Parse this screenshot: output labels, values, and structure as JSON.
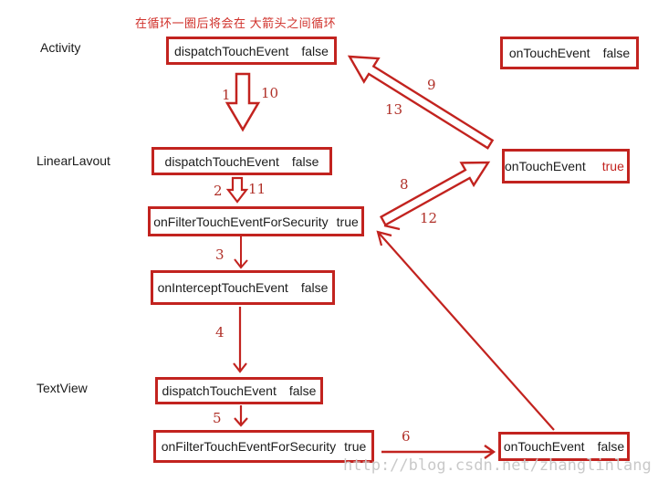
{
  "page": {
    "annotation": "在循环一圈后将会在 大箭头之间循环",
    "watermark": "http://blog.csdn.net/zhanglinlang"
  },
  "layers": [
    {
      "label": "Activity"
    },
    {
      "label": "LinearLavout"
    },
    {
      "label": "TextView"
    }
  ],
  "boxes": [
    {
      "method": "dispatchTouchEvent",
      "result": "false"
    },
    {
      "method": "onTouchEvent",
      "result": "false"
    },
    {
      "method": "dispatchTouchEvent",
      "result": "false"
    },
    {
      "method": "onTouchEvent",
      "result": "true"
    },
    {
      "method": "onFilterTouchEventForSecurity",
      "result": "true"
    },
    {
      "method": "onInterceptTouchEvent",
      "result": "false"
    },
    {
      "method": "dispatchTouchEvent",
      "result": "false"
    },
    {
      "method": "onFilterTouchEventForSecurity",
      "result": "true"
    },
    {
      "method": "onTouchEvent",
      "result": "false"
    }
  ],
  "steps": {
    "n1": "1",
    "n2": "2",
    "n3": "3",
    "n4": "4",
    "n5": "5",
    "n6": "6",
    "n8": "8",
    "n9": "9",
    "n10": "10",
    "n11": "11",
    "n12": "12",
    "n13": "13"
  },
  "colors": {
    "box_border_red": "#c2231f",
    "step_number_red": "#b03028",
    "annotation_red": "#d0302a",
    "text_black": "#1c1c1c",
    "watermark_gray": "#c9c9c9"
  }
}
